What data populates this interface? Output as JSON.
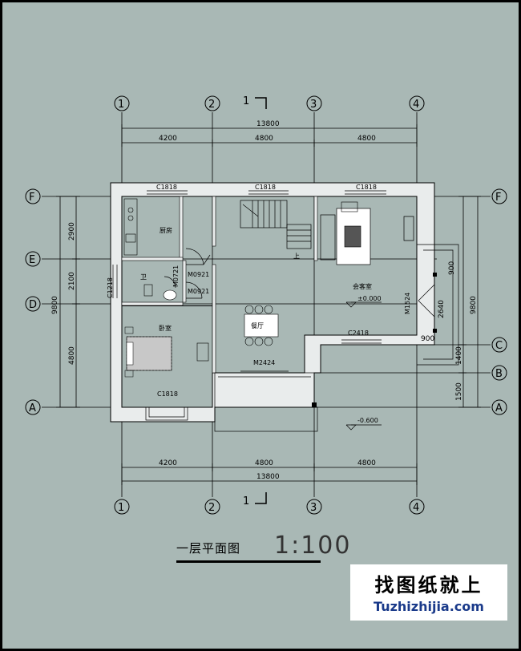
{
  "axes": {
    "numbers": [
      "1",
      "2",
      "3",
      "4"
    ],
    "letters": [
      "F",
      "E",
      "D",
      "C",
      "B",
      "A"
    ]
  },
  "dimensions": {
    "total_width": "13800",
    "spans": [
      "4200",
      "4800",
      "4800"
    ],
    "left_vertical": [
      "2900",
      "2100",
      "4800"
    ],
    "left_total": "9800",
    "right_vertical": [
      "1400",
      "1500"
    ],
    "right_total": "9800",
    "balcony_width": "900",
    "balcony_depth": "2640",
    "balcony_small": "900"
  },
  "section_marks": [
    "1",
    "1"
  ],
  "rooms": {
    "kitchen": "厨房",
    "bathroom": "卫",
    "bedroom": "卧室",
    "dining": "餐厅",
    "living": "会客室",
    "stair_up": "上"
  },
  "openings": {
    "window_top_1": "C1818",
    "window_top_2": "C1818",
    "window_top_3": "C1818",
    "window_left": "C1218",
    "window_bottom": "C1818",
    "window_living": "C2418",
    "door_bath_1": "M0721",
    "door_bath_2": "M0921",
    "door_bed": "M0921",
    "door_main": "M2424",
    "door_side": "M1524"
  },
  "levels": {
    "floor": "±0.000",
    "outside": "-0.600"
  },
  "title": {
    "name": "一层平面图",
    "scale": "1:100"
  },
  "watermark": {
    "cn": "找图纸就上",
    "en": "Tuzhizhijia.com"
  }
}
